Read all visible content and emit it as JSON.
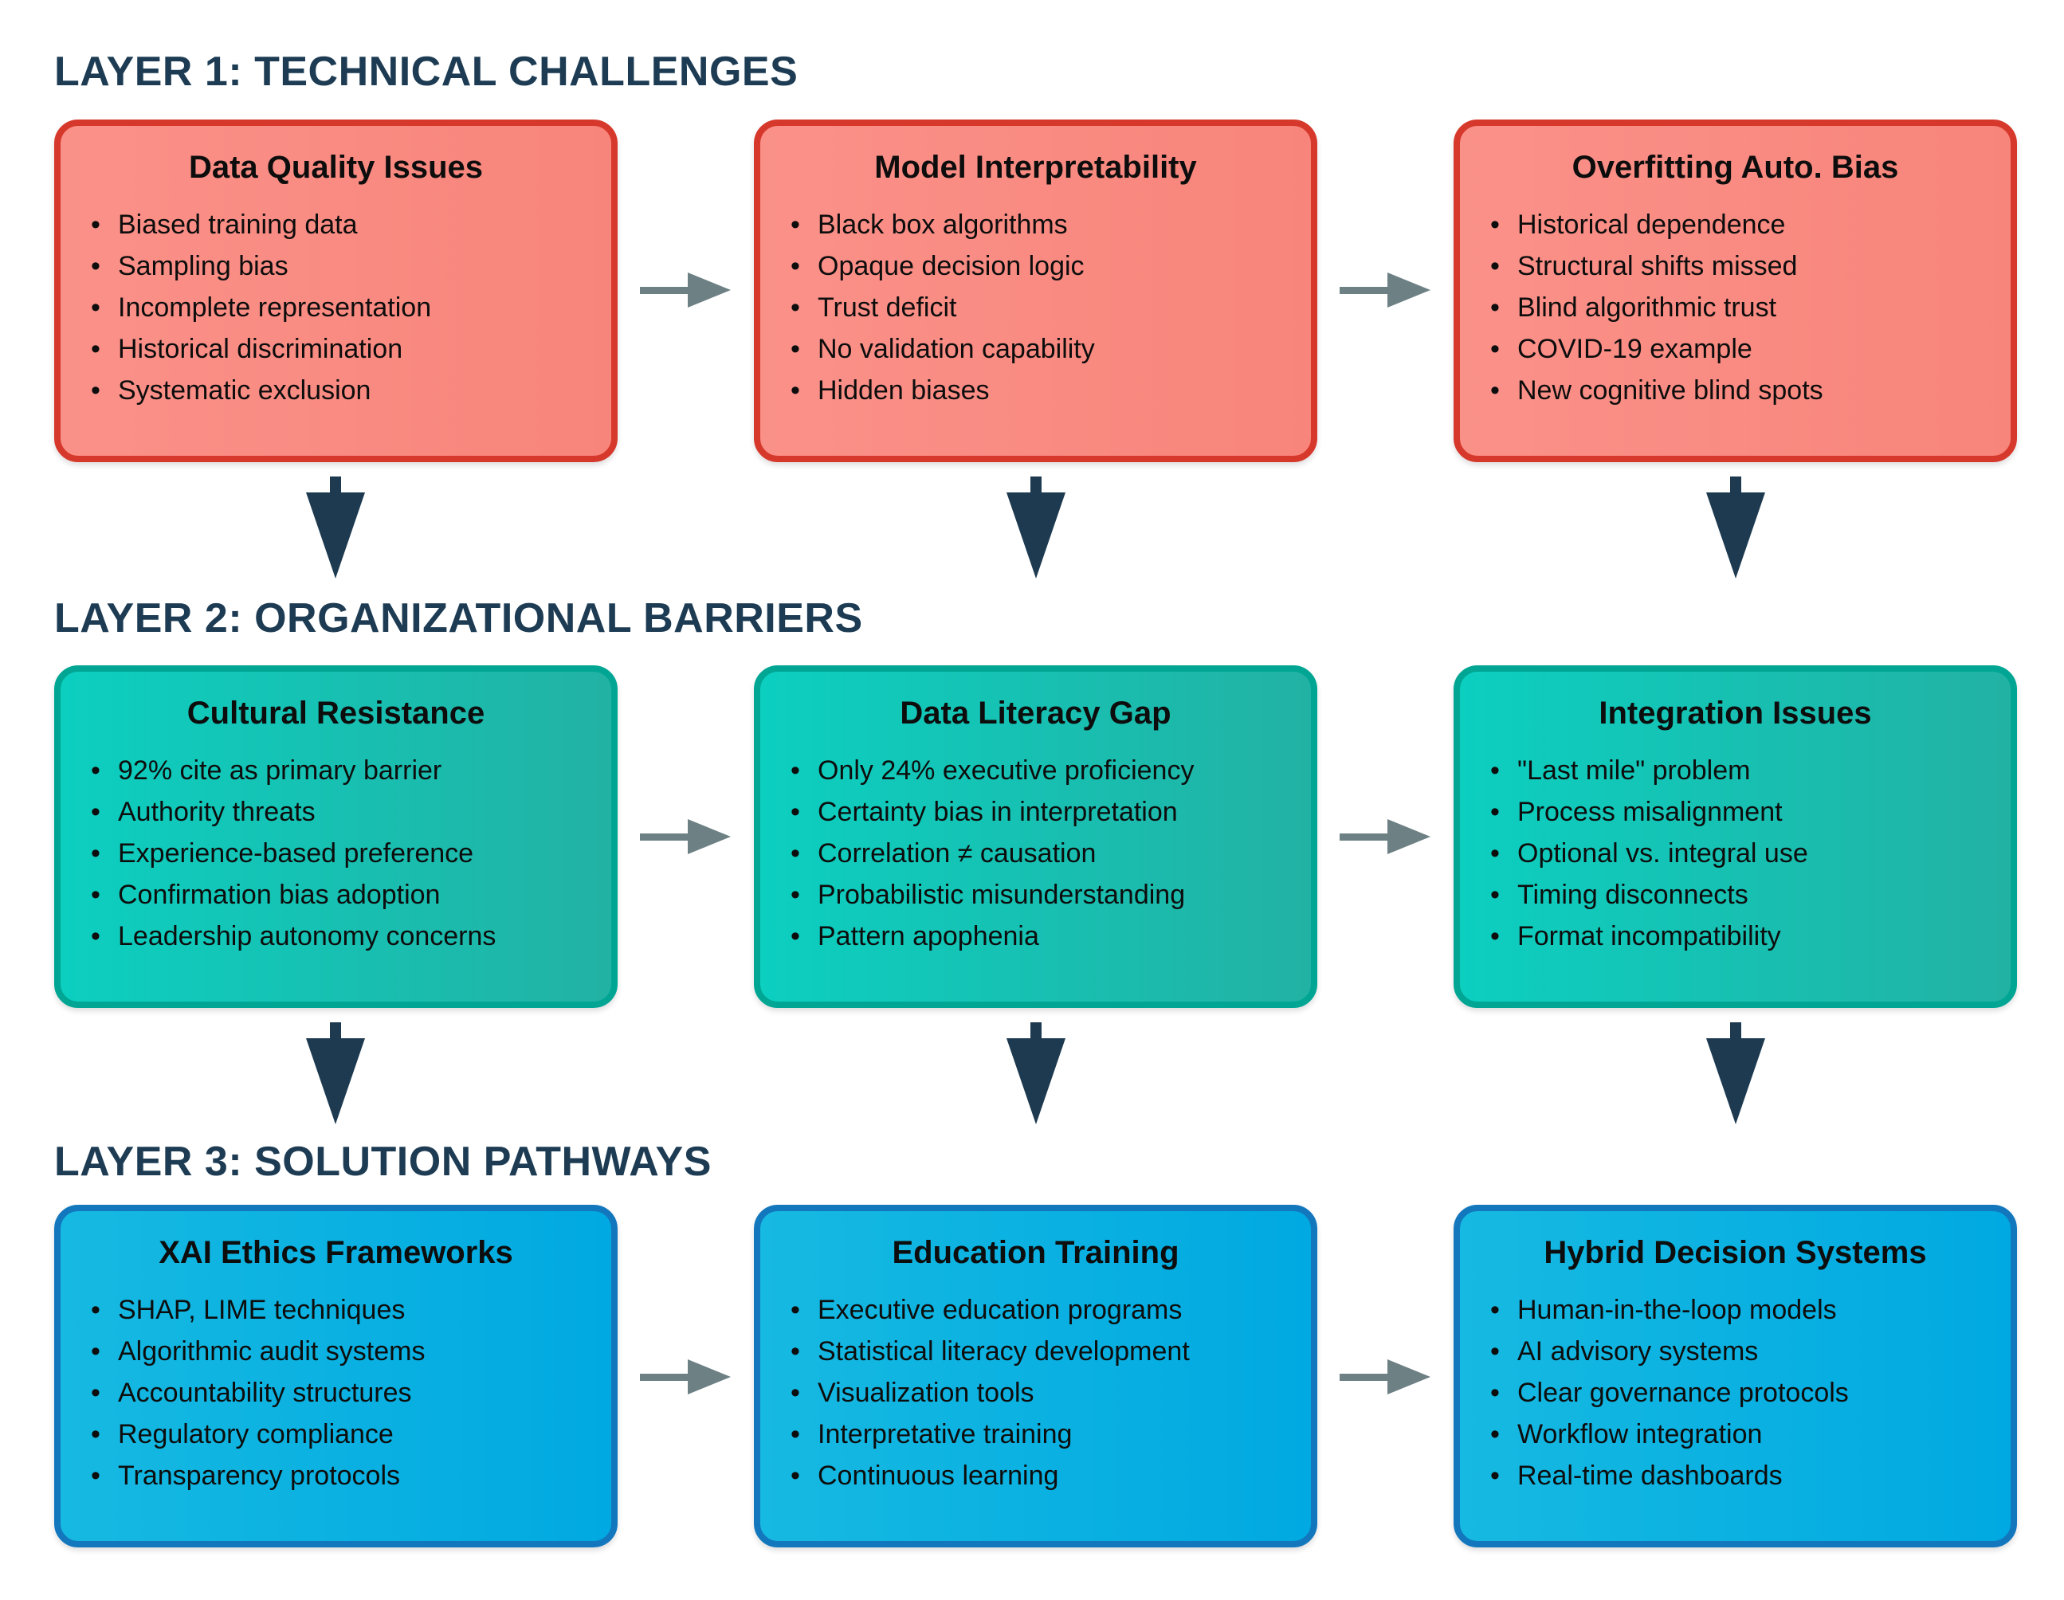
{
  "bullet_char": "•",
  "colors": {
    "title_text": "#1d3c54",
    "layer1_fill_left": "#fa9189",
    "layer1_fill_right": "#f8857b",
    "layer1_border": "#d6392b",
    "layer2_fill_left": "#0ccfc0",
    "layer2_fill_right": "#22b2a4",
    "layer2_border": "#00a693",
    "layer3_fill_left": "#16b9e1",
    "layer3_fill_right": "#00a9e1",
    "layer3_border": "#1377bd",
    "h_arrow": "#6d8084",
    "v_arrow": "#1d3a50",
    "bullet_text": "#0d0d0d"
  },
  "layers": [
    {
      "title": "LAYER 1: TECHNICAL CHALLENGES",
      "boxes": [
        {
          "title": "Data Quality Issues",
          "items": [
            "Biased training data",
            "Sampling bias",
            "Incomplete representation",
            "Historical discrimination",
            "Systematic exclusion"
          ]
        },
        {
          "title": "Model Interpretability",
          "items": [
            "Black box algorithms",
            "Opaque decision logic",
            "Trust deficit",
            "No validation capability",
            "Hidden biases"
          ]
        },
        {
          "title": "Overfitting Auto. Bias",
          "items": [
            "Historical dependence",
            "Structural shifts missed",
            "Blind algorithmic trust",
            "COVID-19 example",
            "New cognitive blind spots"
          ]
        }
      ]
    },
    {
      "title": "LAYER 2: ORGANIZATIONAL BARRIERS",
      "boxes": [
        {
          "title": "Cultural Resistance",
          "items": [
            "92% cite as primary barrier",
            "Authority threats",
            "Experience-based preference",
            "Confirmation bias adoption",
            "Leadership autonomy concerns"
          ]
        },
        {
          "title": "Data Literacy Gap",
          "items": [
            "Only 24% executive proficiency",
            "Certainty bias in interpretation",
            "Correlation ≠ causation",
            "Probabilistic misunderstanding",
            "Pattern apophenia"
          ]
        },
        {
          "title": "Integration Issues",
          "items": [
            "\"Last mile\" problem",
            "Process misalignment",
            "Optional vs. integral use",
            "Timing disconnects",
            "Format incompatibility"
          ]
        }
      ]
    },
    {
      "title": "LAYER 3: SOLUTION PATHWAYS",
      "boxes": [
        {
          "title": "XAI Ethics Frameworks",
          "items": [
            "SHAP, LIME techniques",
            "Algorithmic audit systems",
            "Accountability structures",
            "Regulatory compliance",
            "Transparency protocols"
          ]
        },
        {
          "title": "Education Training",
          "items": [
            "Executive education programs",
            "Statistical literacy development",
            "Visualization tools",
            "Interpretative training",
            "Continuous learning"
          ]
        },
        {
          "title": "Hybrid Decision Systems",
          "items": [
            "Human-in-the-loop models",
            "AI advisory systems",
            "Clear governance protocols",
            "Workflow integration",
            "Real-time dashboards"
          ]
        }
      ]
    }
  ]
}
